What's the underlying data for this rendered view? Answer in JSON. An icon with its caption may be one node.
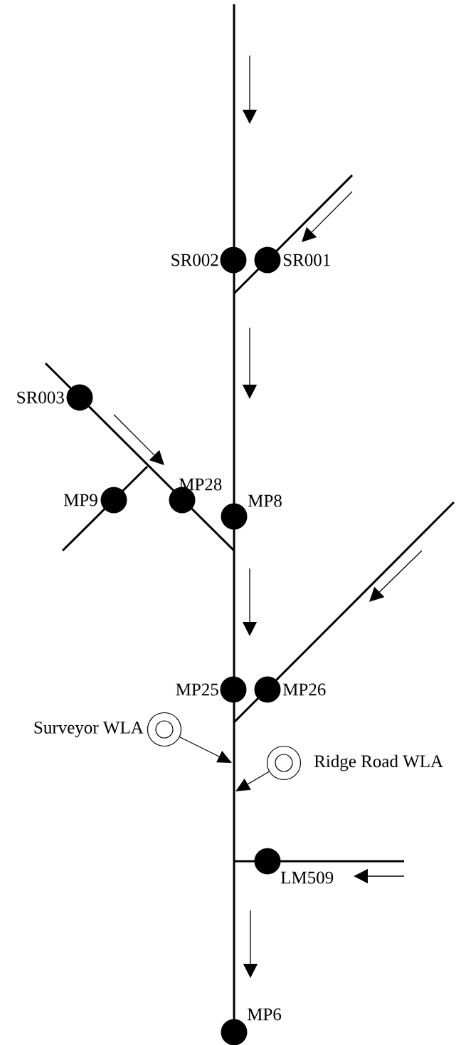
{
  "diagram": {
    "nodes": [
      {
        "text": [],
        "shape": "circle",
        "beside": [
          "SR002"
        ]
      },
      {
        "text": [],
        "shape": "circle",
        "beside": [
          "SR001"
        ]
      },
      {
        "text": [],
        "shape": "circle",
        "beside": [
          "SR003"
        ]
      },
      {
        "text": [],
        "shape": "circle",
        "beside": [
          "MP9"
        ]
      },
      {
        "text": [],
        "shape": "circle",
        "beside": [
          "MP28"
        ]
      },
      {
        "text": [],
        "shape": "circle",
        "beside": [
          "MP8"
        ]
      },
      {
        "text": [],
        "shape": "circle",
        "beside": [
          "MP25"
        ]
      },
      {
        "text": [],
        "shape": "circle",
        "beside": [
          "MP26"
        ]
      },
      {
        "text": [],
        "shape": "circle",
        "beside": [
          "Surveyor WLA"
        ]
      },
      {
        "text": [],
        "shape": "circle",
        "beside": [
          "Ridge Road WLA"
        ]
      },
      {
        "text": [],
        "shape": "circle",
        "beside": [
          "LM509"
        ]
      },
      {
        "text": [],
        "shape": "circle",
        "beside": [
          "MP6"
        ]
      }
    ],
    "edges": [
      {
        "from": 8,
        "to": null,
        "arrow": "to"
      },
      {
        "from": 9,
        "to": null,
        "arrow": "to"
      }
    ]
  }
}
